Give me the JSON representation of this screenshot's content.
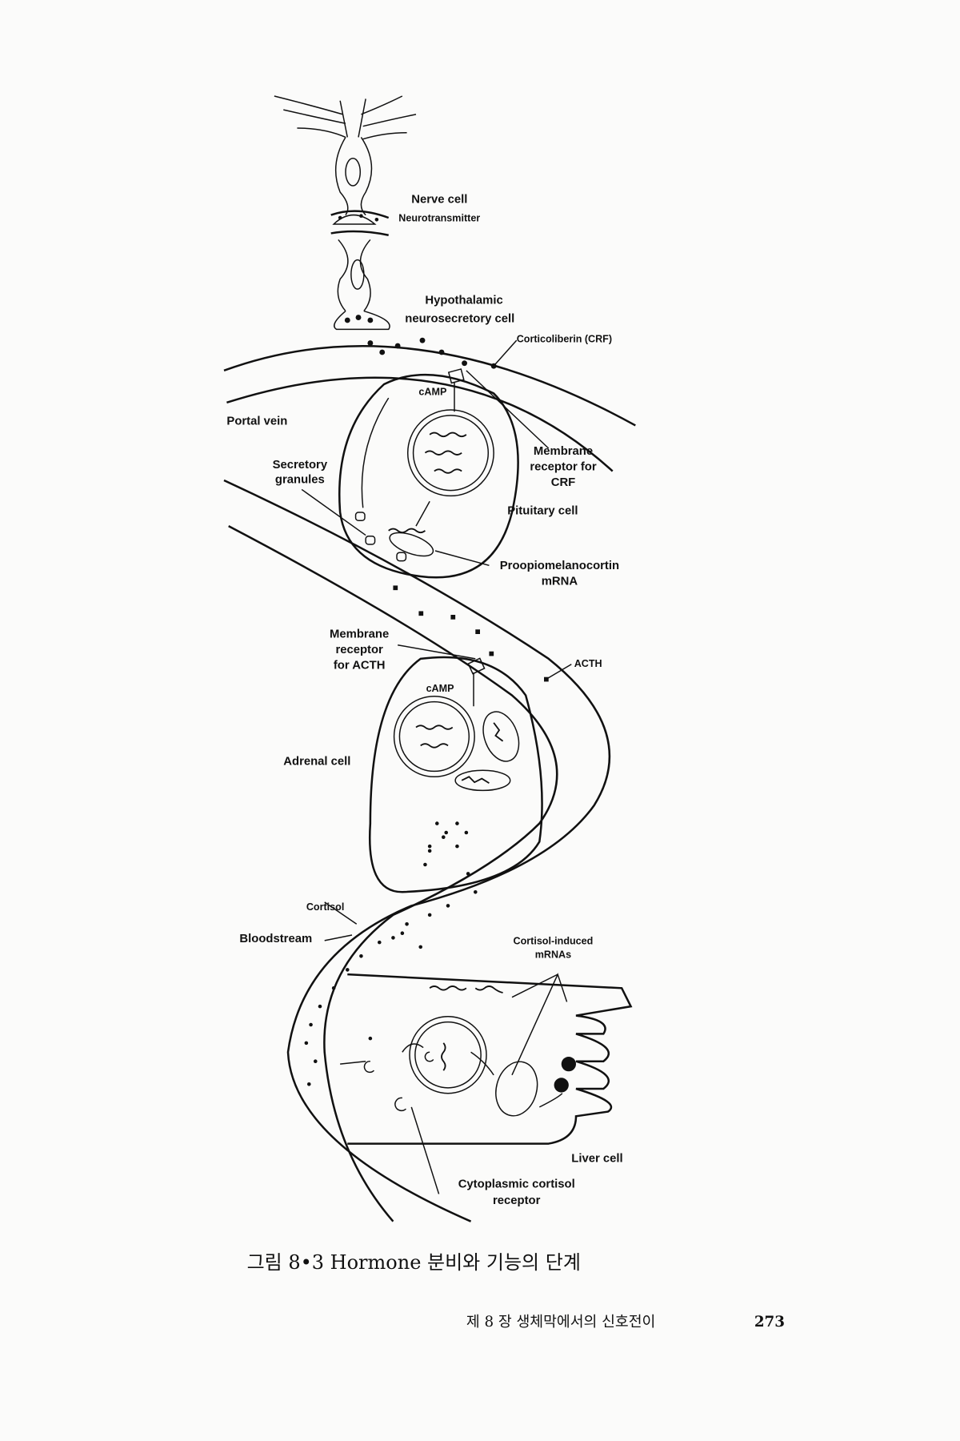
{
  "labels": {
    "nerve_cell": "Nerve cell",
    "neurotransmitter": "Neurotransmitter",
    "hypothalamic_1": "Hypothalamic",
    "hypothalamic_2": "neurosecretory cell",
    "crf": "Corticoliberin (CRF)",
    "portal_vein": "Portal vein",
    "camp_1": "cAMP",
    "receptor_crf_1": "Membrane",
    "receptor_crf_2": "receptor for",
    "receptor_crf_3": "CRF",
    "secretory_1": "Secretory",
    "secretory_2": "granules",
    "pituitary_cell": "Pituitary cell",
    "pomc_1": "Proopiomelanocortin",
    "pomc_2": "mRNA",
    "receptor_acth_1": "Membrane",
    "receptor_acth_2": "receptor",
    "receptor_acth_3": "for ACTH",
    "acth": "ACTH",
    "camp_2": "cAMP",
    "adrenal_cell": "Adrenal cell",
    "cortisol": "Cortisol",
    "bloodstream": "Bloodstream",
    "cortisol_mrna_1": "Cortisol-induced",
    "cortisol_mrna_2": "mRNAs",
    "liver_cell": "Liver cell",
    "cyto_receptor_1": "Cytoplasmic cortisol",
    "cyto_receptor_2": "receptor"
  },
  "caption": "그림 8•3  Hormone 분비와 기능의 단계",
  "footer": {
    "chapter": "제 8 장   생체막에서의 신호전이",
    "page_number": "273"
  }
}
